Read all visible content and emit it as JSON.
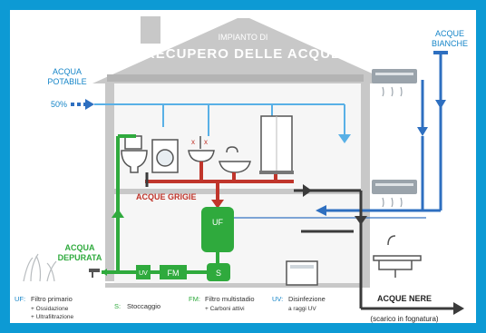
{
  "title": {
    "line1": "IMPIANTO DI",
    "line2": "RECUPERO DELLE ACQUE"
  },
  "inlets": {
    "potable": {
      "line1": "ACQUA",
      "line2": "POTABILE",
      "percent": "50%"
    },
    "white_water": {
      "line1": "ACQUE",
      "line2": "BIANCHE"
    }
  },
  "labels": {
    "grey_water": "ACQUE GRIGIE",
    "purified_line1": "ACQUA",
    "purified_line2": "DEPURATA",
    "black_water": "ACQUE NERE",
    "sewer_note": "(scarico in fognatura)"
  },
  "components": {
    "uf": "UF",
    "fm": "FM",
    "uv": "UV",
    "s": "S"
  },
  "legend": [
    {
      "code": "UF:",
      "text": "Filtro primario",
      "sub1": "+ Ossidazione",
      "sub2": "+ Ultrafiltrazione"
    },
    {
      "code": "S:",
      "text": "Stoccaggio",
      "sub1": "",
      "sub2": ""
    },
    {
      "code": "FM:",
      "text": "Filtro multistadio",
      "sub1": "+ Carboni attivi",
      "sub2": ""
    },
    {
      "code": "UV:",
      "text": "Disinfezione",
      "sub1": "a raggi UV",
      "sub2": ""
    }
  ],
  "colors": {
    "frame": "#0d9ad4",
    "house": "#c8c8c8",
    "house_dark": "#b4b4b4",
    "blue_pipe": "#2e6fc0",
    "light_blue_pipe": "#59b0e6",
    "green": "#2faa3d",
    "dark_green": "#1f7a2c",
    "grey_red": "#c0352b",
    "black_pipe": "#3b3b3b",
    "text_blue": "#1585c8",
    "text_green": "#2faa3d",
    "text_red": "#c0352b"
  }
}
